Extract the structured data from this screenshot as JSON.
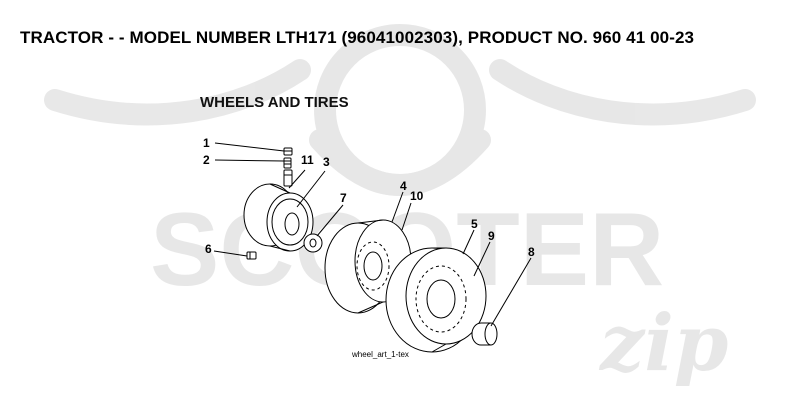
{
  "header": {
    "title": "TRACTOR - - MODEL NUMBER LTH171 (96041002303), PRODUCT NO. 960 41 00-23"
  },
  "section": {
    "title": "WHEELS AND TIRES"
  },
  "diagram": {
    "callouts": [
      {
        "id": "c1",
        "text": "1"
      },
      {
        "id": "c2",
        "text": "2"
      },
      {
        "id": "c11",
        "text": "11"
      },
      {
        "id": "c3",
        "text": "3"
      },
      {
        "id": "c7",
        "text": "7"
      },
      {
        "id": "c4",
        "text": "4"
      },
      {
        "id": "c10",
        "text": "10"
      },
      {
        "id": "c5",
        "text": "5"
      },
      {
        "id": "c9",
        "text": "9"
      },
      {
        "id": "c8",
        "text": "8"
      },
      {
        "id": "c6",
        "text": "6"
      }
    ],
    "art_ref": "wheel_art_1-tex"
  },
  "watermark": {
    "text": "SCOOTER",
    "script": "zip"
  }
}
